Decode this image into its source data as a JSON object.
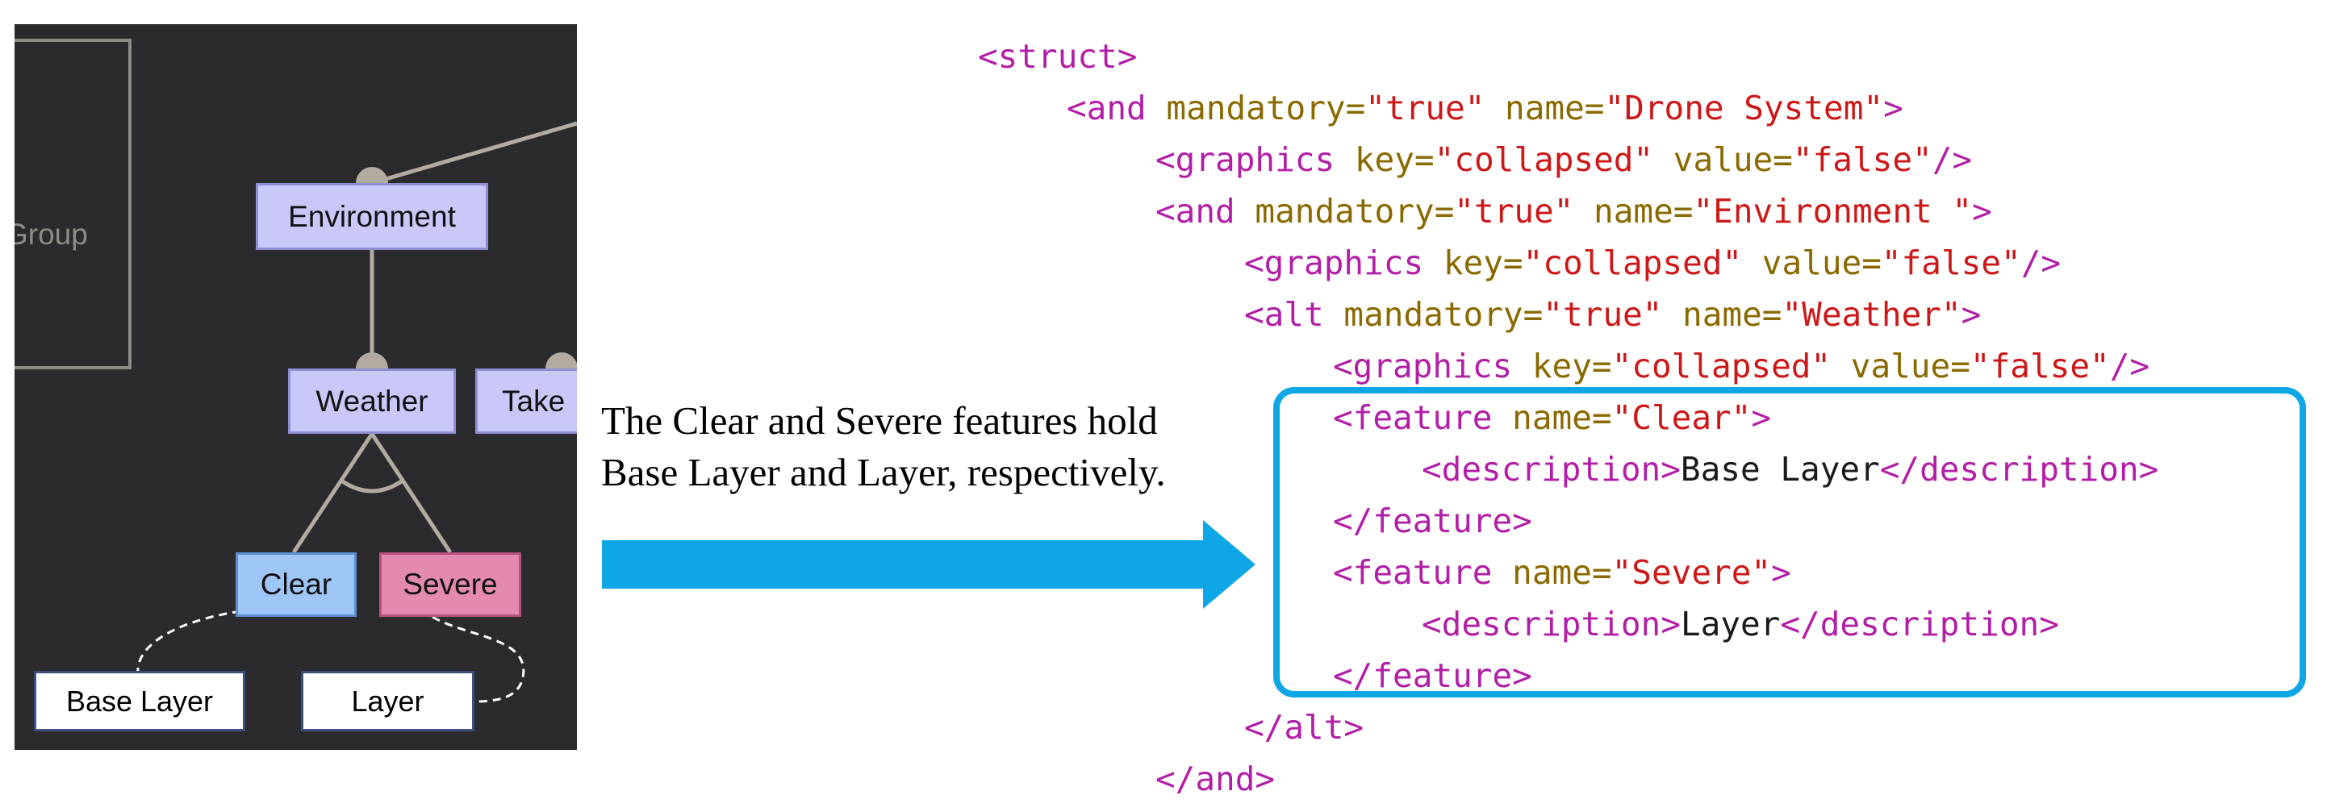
{
  "diagram": {
    "group_label": "Group",
    "nodes": {
      "environment": "Environment",
      "weather": "Weather",
      "take": "Take",
      "clear": "Clear",
      "severe": "Severe"
    },
    "notes": {
      "base_layer": "Base Layer",
      "layer": "Layer"
    }
  },
  "caption": {
    "line1": "The Clear and Severe features hold",
    "line2": "Base Layer and  Layer, respectively."
  },
  "colors": {
    "accent_blue": "#0fa6e6",
    "panel_background": "#2b2b2d",
    "xml_tag": "#b21fa6",
    "xml_attribute": "#8a6a00",
    "xml_value": "#cc1818"
  },
  "code": {
    "lines": [
      {
        "indent": 0,
        "tokens": [
          {
            "t": "tag",
            "v": "<struct>"
          }
        ]
      },
      {
        "indent": 1,
        "tokens": [
          {
            "t": "tag",
            "v": "<and "
          },
          {
            "t": "attr",
            "v": "mandatory="
          },
          {
            "t": "val",
            "v": "\"true\""
          },
          {
            "t": "attr",
            "v": " name="
          },
          {
            "t": "val",
            "v": "\"Drone System\""
          },
          {
            "t": "tag",
            "v": ">"
          }
        ]
      },
      {
        "indent": 2,
        "tokens": [
          {
            "t": "tag",
            "v": "<graphics "
          },
          {
            "t": "attr",
            "v": "key="
          },
          {
            "t": "val",
            "v": "\"collapsed\""
          },
          {
            "t": "attr",
            "v": " value="
          },
          {
            "t": "val",
            "v": "\"false\""
          },
          {
            "t": "tag",
            "v": "/>"
          }
        ]
      },
      {
        "indent": 2,
        "tokens": [
          {
            "t": "tag",
            "v": "<and "
          },
          {
            "t": "attr",
            "v": "mandatory="
          },
          {
            "t": "val",
            "v": "\"true\""
          },
          {
            "t": "attr",
            "v": " name="
          },
          {
            "t": "val",
            "v": "\"Environment \""
          },
          {
            "t": "tag",
            "v": ">"
          }
        ]
      },
      {
        "indent": 3,
        "tokens": [
          {
            "t": "tag",
            "v": "<graphics "
          },
          {
            "t": "attr",
            "v": "key="
          },
          {
            "t": "val",
            "v": "\"collapsed\""
          },
          {
            "t": "attr",
            "v": " value="
          },
          {
            "t": "val",
            "v": "\"false\""
          },
          {
            "t": "tag",
            "v": "/>"
          }
        ]
      },
      {
        "indent": 3,
        "tokens": [
          {
            "t": "tag",
            "v": "<alt "
          },
          {
            "t": "attr",
            "v": "mandatory="
          },
          {
            "t": "val",
            "v": "\"true\""
          },
          {
            "t": "attr",
            "v": " name="
          },
          {
            "t": "val",
            "v": "\"Weather\""
          },
          {
            "t": "tag",
            "v": ">"
          }
        ]
      },
      {
        "indent": 4,
        "tokens": [
          {
            "t": "tag",
            "v": "<graphics "
          },
          {
            "t": "attr",
            "v": "key="
          },
          {
            "t": "val",
            "v": "\"collapsed\""
          },
          {
            "t": "attr",
            "v": " value="
          },
          {
            "t": "val",
            "v": "\"false\""
          },
          {
            "t": "tag",
            "v": "/>"
          }
        ]
      },
      {
        "indent": 4,
        "tokens": [
          {
            "t": "tag",
            "v": "<feature "
          },
          {
            "t": "attr",
            "v": "name="
          },
          {
            "t": "val",
            "v": "\"Clear\""
          },
          {
            "t": "tag",
            "v": ">"
          }
        ]
      },
      {
        "indent": 5,
        "tokens": [
          {
            "t": "tag",
            "v": "<description>"
          },
          {
            "t": "txt",
            "v": "Base Layer"
          },
          {
            "t": "tag",
            "v": "</description>"
          }
        ]
      },
      {
        "indent": 4,
        "tokens": [
          {
            "t": "tag",
            "v": "</feature>"
          }
        ]
      },
      {
        "indent": 4,
        "tokens": [
          {
            "t": "tag",
            "v": "<feature "
          },
          {
            "t": "attr",
            "v": "name="
          },
          {
            "t": "val",
            "v": "\"Severe\""
          },
          {
            "t": "tag",
            "v": ">"
          }
        ]
      },
      {
        "indent": 5,
        "tokens": [
          {
            "t": "tag",
            "v": "<description>"
          },
          {
            "t": "txt",
            "v": "Layer"
          },
          {
            "t": "tag",
            "v": "</description>"
          }
        ]
      },
      {
        "indent": 4,
        "tokens": [
          {
            "t": "tag",
            "v": "</feature>"
          }
        ]
      },
      {
        "indent": 3,
        "tokens": [
          {
            "t": "tag",
            "v": "</alt>"
          }
        ]
      },
      {
        "indent": 2,
        "tokens": [
          {
            "t": "tag",
            "v": "</and>"
          }
        ]
      }
    ]
  }
}
